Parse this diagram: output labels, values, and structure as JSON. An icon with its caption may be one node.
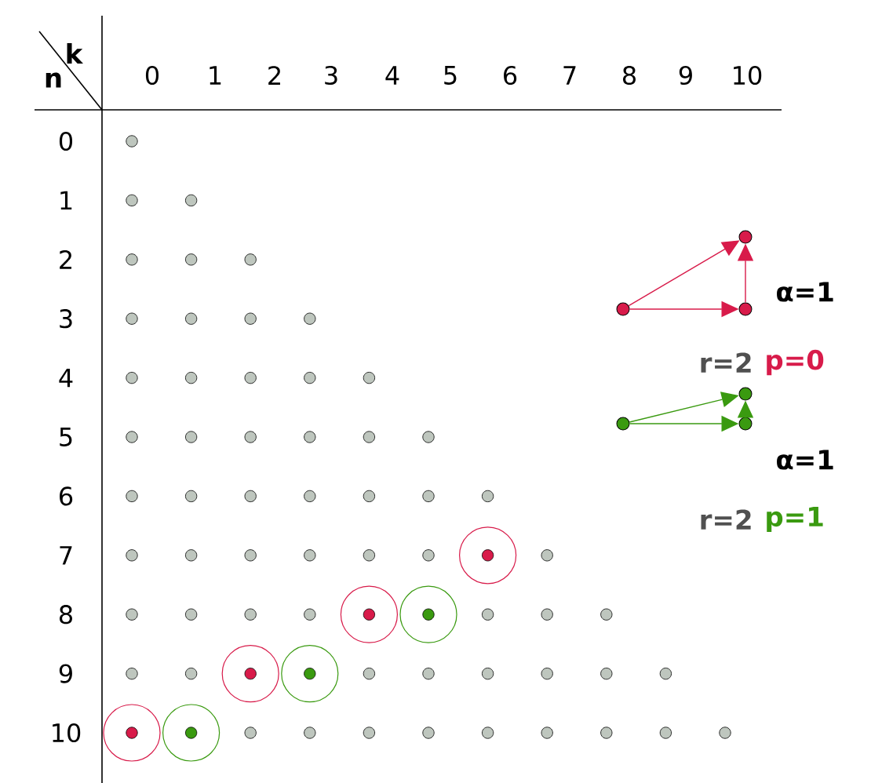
{
  "diagram": {
    "nodes": [
      {
        "text": [],
        "shape": "circle"
      },
      {
        "text": [],
        "shape": "circle"
      },
      {
        "text": [],
        "shape": "circle"
      },
      {
        "text": [],
        "shape": "circle"
      },
      {
        "text": [],
        "shape": "circle"
      },
      {
        "text": [],
        "shape": "circle"
      }
    ],
    "edges": [
      {
        "from": 0,
        "to": 1,
        "arrow": "to",
        "color": "#d81b4a"
      },
      {
        "from": 0,
        "to": 2,
        "arrow": "to",
        "color": "#d81b4a"
      },
      {
        "from": 2,
        "to": 1,
        "arrow": "to",
        "color": "#d81b4a"
      },
      {
        "from": 3,
        "to": 4,
        "arrow": "to",
        "color": "#3a9a10"
      },
      {
        "from": 3,
        "to": 5,
        "arrow": "to",
        "color": "#3a9a10"
      },
      {
        "from": 5,
        "to": 4,
        "arrow": "to",
        "color": "#3a9a10"
      }
    ],
    "labels": [
      "k",
      "n",
      "0",
      "1",
      "2",
      "3",
      "4",
      "5",
      "6",
      "7",
      "8",
      "9",
      "10",
      "0",
      "1",
      "2",
      "3",
      "4",
      "5",
      "6",
      "7",
      "8",
      "9",
      "10",
      "α=1",
      "r=2",
      "p=0",
      "α=1",
      "r=2",
      "p=1"
    ]
  }
}
